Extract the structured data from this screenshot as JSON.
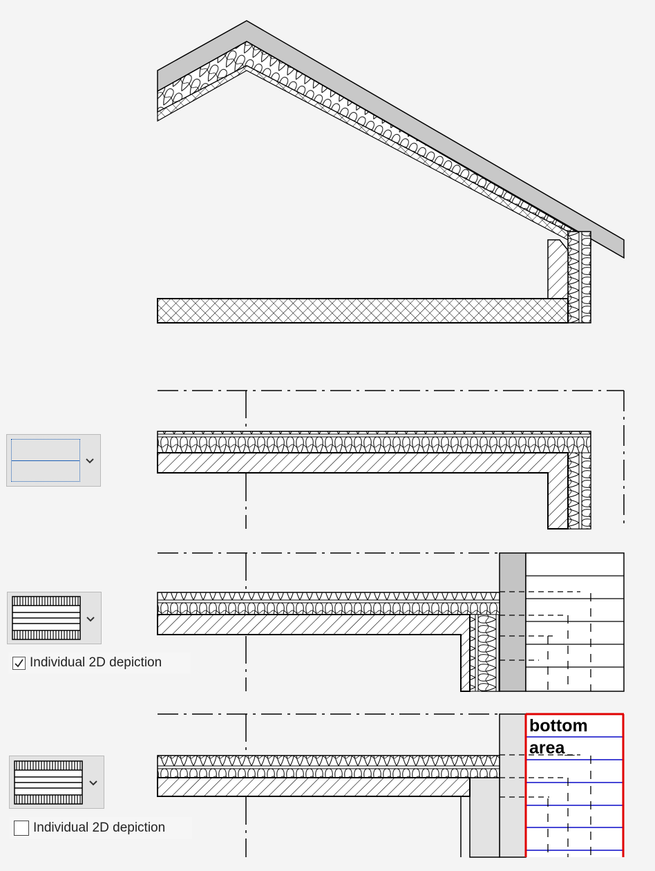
{
  "panels": [
    {
      "id": "roof",
      "title": ""
    },
    {
      "id": "corner-1",
      "dropdown": {
        "selected": "line-pattern",
        "focused": true
      }
    },
    {
      "id": "corner-2",
      "dropdown": {
        "selected": "hatch-pattern"
      },
      "checkbox": {
        "label": "Individual 2D depiction",
        "checked": true
      }
    },
    {
      "id": "corner-3",
      "dropdown": {
        "selected": "hatch-pattern"
      },
      "checkbox": {
        "label": "Individual 2D depiction",
        "checked": false
      },
      "annotation": {
        "line1": "bottom",
        "line2": "area_"
      }
    }
  ],
  "colors": {
    "background": "#f4f4f4",
    "highlight_border": "#e00000",
    "highlight_lines": "#2b2bcf",
    "roof_cover": "#c8c8c8",
    "wall_gray": "#c4c4c4",
    "focus_border": "#1c5fb5"
  }
}
